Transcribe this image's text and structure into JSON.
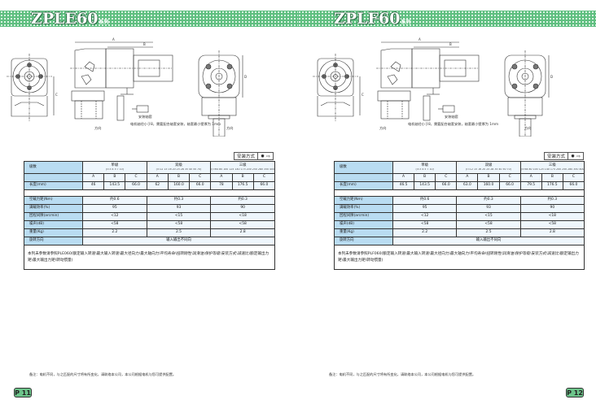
{
  "pages": [
    {
      "title": "ZPLE60",
      "series_suffix": "系列",
      "mount_label": "安装方式",
      "drawing_caption": "电机轴径小于8，需要配合轴套安装，轴套最小壁厚为 1mm",
      "drawing_labels": {
        "detail": "安装轴套",
        "dir1": "方向",
        "dir2": "方向"
      },
      "table": {
        "stage_label": "级数",
        "length_label": "长度(mm)",
        "stages": [
          {
            "name": "单级",
            "ratios": "(i=3 4 5 7 10)"
          },
          {
            "name": "双级",
            "ratios": "(i=12 15 16 20 25 28 35 40 50 70)"
          },
          {
            "name": "三级",
            "ratios": "(i=64 80 100 125 140 175 200 250 280 350 400 500 700 1000)"
          }
        ],
        "dims": [
          "A",
          "B",
          "C",
          "A",
          "B",
          "C",
          "A",
          "B",
          "C"
        ],
        "lengths": [
          "46",
          "143.5",
          "66.0",
          "62",
          "160.0",
          "66.0",
          "78",
          "176.5",
          "66.0"
        ],
        "rows": [
          {
            "label": "空载力矩(Nm)",
            "values": [
              "约0.6",
              "约0.3",
              "约0.3"
            ]
          },
          {
            "label": "满载效率(%)",
            "values": [
              "95",
              "93",
              "90"
            ]
          },
          {
            "label": "回程间隙(arcmin)",
            "values": [
              "<12",
              "<15",
              "<18"
            ]
          },
          {
            "label": "噪声(dB)",
            "values": [
              "<58",
              "<58",
              "<58"
            ]
          },
          {
            "label": "重量(Kg)",
            "values": [
              "2.2",
              "2.5",
              "2.8"
            ]
          }
        ],
        "rotation_label": "旋转方向",
        "rotation_value": "输入输出不同向",
        "note": "本列未参数请参照PLE060(额定输入转速\\最大输入转速\\最大径向力\\最大轴向力\\平均寿命\\扭转刚性\\润滑油\\保护等级\\安装方式\\减速比\\额定输出力矩\\最大输出力矩\\转动惯量)"
      },
      "footnote": "备注：电机不同，与之匹配的尺寸将有所变化，请联络本公司，本公司根据电机与您可提供配置。",
      "page_number": "P 11"
    },
    {
      "title": "ZPLF60",
      "series_suffix": "系列",
      "mount_label": "安装方式",
      "drawing_caption": "电机轴径小于8，需要配合轴套安装，轴套最小壁厚为 1mm",
      "drawing_labels": {
        "detail": "安装轴套",
        "dir1": "方向",
        "dir2": "方向"
      },
      "table": {
        "stage_label": "级数",
        "length_label": "长度(mm)",
        "stages": [
          {
            "name": "单级",
            "ratios": "(i=3 4 5 7 10)"
          },
          {
            "name": "双级",
            "ratios": "(i=12 15 16 20 25 28 35 40 50 70)"
          },
          {
            "name": "三级",
            "ratios": "(i=64 80 100 125 140 175 200 250 280 350 400 500 700 1000)"
          }
        ],
        "dims": [
          "A",
          "B",
          "C",
          "A",
          "B",
          "C",
          "A",
          "B",
          "C"
        ],
        "lengths": [
          "46.5",
          "143.5",
          "66.0",
          "63.0",
          "160.0",
          "66.0",
          "79.5",
          "176.5",
          "66.0"
        ],
        "rows": [
          {
            "label": "空载力矩(Nm)",
            "values": [
              "约0.6",
              "约0.3",
              "约0.3"
            ]
          },
          {
            "label": "满载效率(%)",
            "values": [
              "95",
              "93",
              "90"
            ]
          },
          {
            "label": "回程间隙(arcmin)",
            "values": [
              "<12",
              "<15",
              "<18"
            ]
          },
          {
            "label": "噪声(dB)",
            "values": [
              "<58",
              "<58",
              "<58"
            ]
          },
          {
            "label": "重量(Kg)",
            "values": [
              "2.2",
              "2.5",
              "2.8"
            ]
          }
        ],
        "rotation_label": "旋转方向",
        "rotation_value": "输入输出不同向",
        "note": "本列未参数请参照PLF060(额定输入转速\\最大输入转速\\最大径向力\\最大轴向力\\平均寿命\\扭转刚性\\润滑油\\保护等级\\安装方式\\减速比\\额定输出力矩\\最大输出力矩\\转动惯量)"
      },
      "footnote": "备注：电机不同，与之匹配的尺寸将有所变化，请联络本公司，本公司根据电机与您可提供配置。",
      "page_number": "P 12"
    }
  ]
}
